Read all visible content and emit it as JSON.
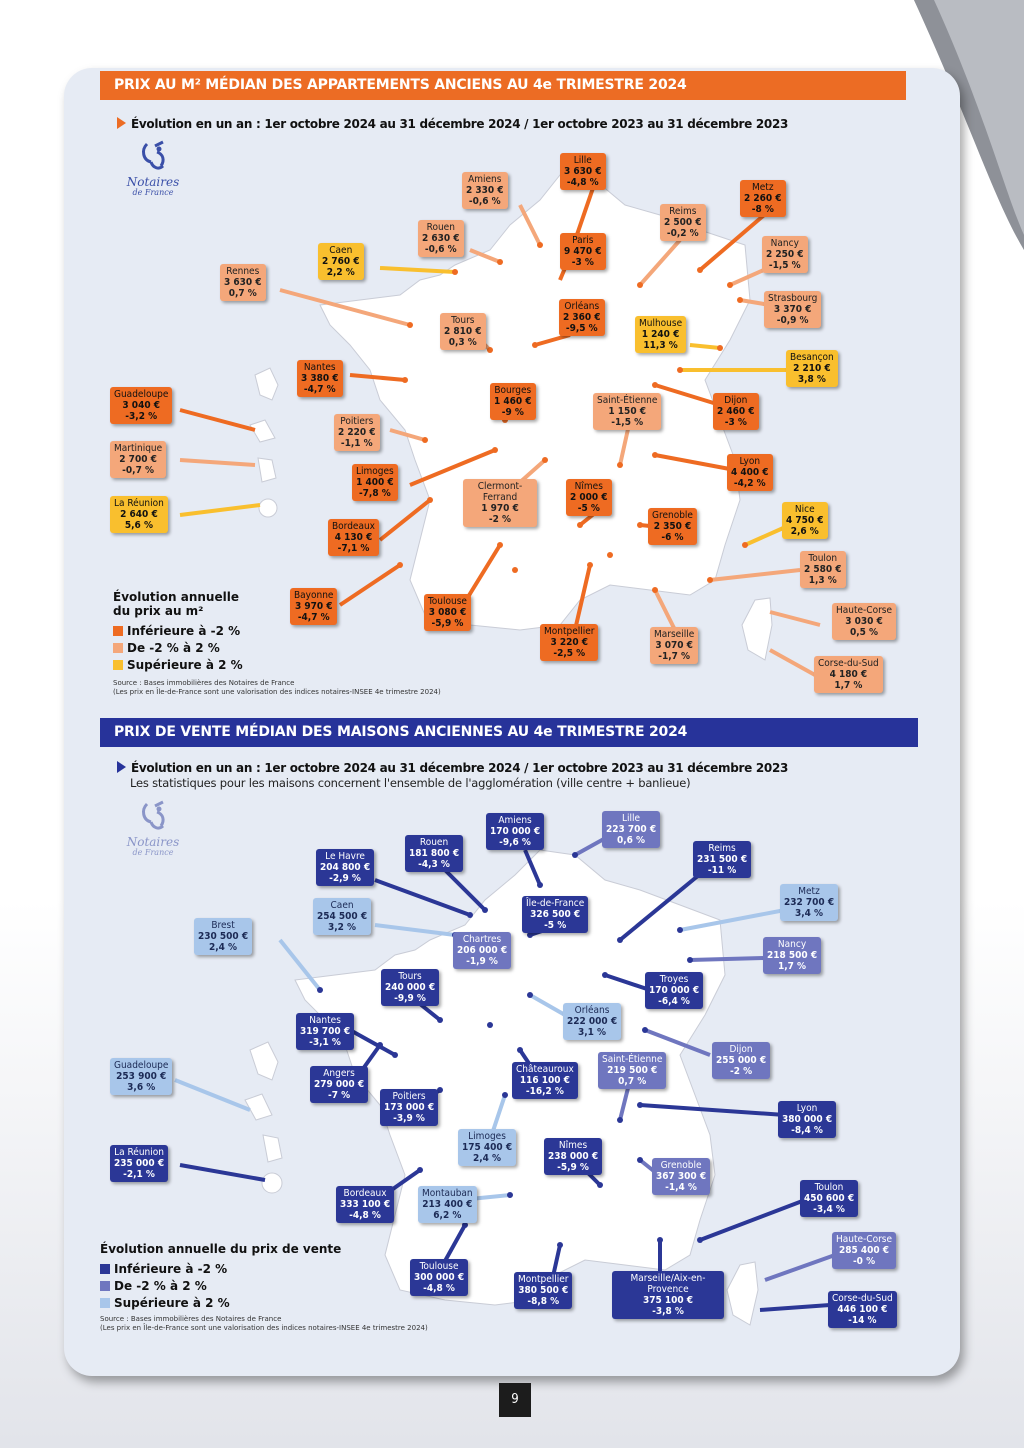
{
  "page_number": "9",
  "section1": {
    "title": "PRIX AU M² MÉDIAN DES APPARTEMENTS ANCIENS AU 4e TRIMESTRE 2024",
    "subtitle": "Évolution en un an : 1er octobre 2024 au 31 décembre 2024 / 1er octobre 2023 au 31 décembre 2023",
    "logo": {
      "name": "Notaires",
      "tagline": "de France"
    },
    "legend_title_1": "Évolution annuelle",
    "legend_title_2": "du prix au m²",
    "legend": [
      {
        "label": "Inférieure à -2 %",
        "color": "#ee6b22"
      },
      {
        "label": "De -2 % à 2 %",
        "color": "#f4a77a"
      },
      {
        "label": "Supérieure à 2 %",
        "color": "#f9bf2e"
      }
    ],
    "source_1": "Source : Bases immobilières des Notaires de France",
    "source_2": "(Les prix en Île-de-France sont une valorisation des indices notaires-INSEE 4e trimestre 2024)",
    "cities": [
      {
        "name": "Lille",
        "price": "3 630 €",
        "evol": "-4,8 %"
      },
      {
        "name": "Amiens",
        "price": "2 330 €",
        "evol": "-0,6 %"
      },
      {
        "name": "Metz",
        "price": "2 260 €",
        "evol": "-8 %"
      },
      {
        "name": "Reims",
        "price": "2 500 €",
        "evol": "-0,2 %"
      },
      {
        "name": "Rouen",
        "price": "2 630 €",
        "evol": "-0,6 %"
      },
      {
        "name": "Paris",
        "price": "9 470 €",
        "evol": "-3 %"
      },
      {
        "name": "Caen",
        "price": "2 760 €",
        "evol": "2,2 %"
      },
      {
        "name": "Nancy",
        "price": "2 250 €",
        "evol": "-1,5 %"
      },
      {
        "name": "Rennes",
        "price": "3 630 €",
        "evol": "0,7 %"
      },
      {
        "name": "Strasbourg",
        "price": "3 370 €",
        "evol": "-0,9 %"
      },
      {
        "name": "Orléans",
        "price": "2 360 €",
        "evol": "-9,5 %"
      },
      {
        "name": "Tours",
        "price": "2 810 €",
        "evol": "0,3 %"
      },
      {
        "name": "Mulhouse",
        "price": "1 240 €",
        "evol": "11,3 %"
      },
      {
        "name": "Besançon",
        "price": "2 210 €",
        "evol": "3,8 %"
      },
      {
        "name": "Nantes",
        "price": "3 380 €",
        "evol": "-4,7 %"
      },
      {
        "name": "Guadeloupe",
        "price": "3 040 €",
        "evol": "-3,2 %"
      },
      {
        "name": "Bourges",
        "price": "1 460 €",
        "evol": "-9 %"
      },
      {
        "name": "Saint-Étienne",
        "price": "1 150 €",
        "evol": "-1,5 %"
      },
      {
        "name": "Dijon",
        "price": "2 460 €",
        "evol": "-3 %"
      },
      {
        "name": "Poitiers",
        "price": "2 220 €",
        "evol": "-1,1 %"
      },
      {
        "name": "Martinique",
        "price": "2 700 €",
        "evol": "-0,7 %"
      },
      {
        "name": "Lyon",
        "price": "4 400 €",
        "evol": "-4,2 %"
      },
      {
        "name": "Limoges",
        "price": "1 400 €",
        "evol": "-7,8 %"
      },
      {
        "name": "Clermont-Ferrand",
        "price": "1 970 €",
        "evol": "-2 %"
      },
      {
        "name": "Nîmes",
        "price": "2 000 €",
        "evol": "-5 %"
      },
      {
        "name": "La Réunion",
        "price": "2 640 €",
        "evol": "5,6 %"
      },
      {
        "name": "Nice",
        "price": "4 750 €",
        "evol": "2,6 %"
      },
      {
        "name": "Bordeaux",
        "price": "4 130 €",
        "evol": "-7,1 %"
      },
      {
        "name": "Grenoble",
        "price": "2 350 €",
        "evol": "-6 %"
      },
      {
        "name": "Toulon",
        "price": "2 580 €",
        "evol": "1,3 %"
      },
      {
        "name": "Bayonne",
        "price": "3 970 €",
        "evol": "-4,7 %"
      },
      {
        "name": "Toulouse",
        "price": "3 080 €",
        "evol": "-5,9 %"
      },
      {
        "name": "Haute-Corse",
        "price": "3 030 €",
        "evol": "0,5 %"
      },
      {
        "name": "Montpellier",
        "price": "3 220 €",
        "evol": "-2,5 %"
      },
      {
        "name": "Marseille",
        "price": "3 070 €",
        "evol": "-1,7 %"
      },
      {
        "name": "Corse-du-Sud",
        "price": "4 180 €",
        "evol": "1,7 %"
      }
    ]
  },
  "section2": {
    "title": "PRIX DE VENTE MÉDIAN DES MAISONS ANCIENNES AU 4e TRIMESTRE 2024",
    "subtitle": "Évolution en un an : 1er octobre 2024 au 31 décembre 2024 / 1er octobre 2023 au 31 décembre 2023",
    "subtitle_2": "Les statistiques pour les maisons concernent l'ensemble de l'agglomération (ville centre + banlieue)",
    "logo": {
      "name": "Notaires",
      "tagline": "de France"
    },
    "legend_title": "Évolution annuelle du prix de vente",
    "legend": [
      {
        "label": "Inférieure à -2 %",
        "color": "#2b3796"
      },
      {
        "label": "De -2 % à 2 %",
        "color": "#6f76bf"
      },
      {
        "label": "Supérieure à 2 %",
        "color": "#a8c6ea"
      }
    ],
    "source_1": "Source : Bases immobilières des Notaires de France",
    "source_2": "(Les prix en Île-de-France sont une valorisation des indices notaires-INSEE 4e trimestre 2024)",
    "cities": [
      {
        "name": "Amiens",
        "price": "170 000 €",
        "evol": "-9,6 %"
      },
      {
        "name": "Lille",
        "price": "223 700 €",
        "evol": "0,6 %"
      },
      {
        "name": "Rouen",
        "price": "181 800 €",
        "evol": "-4,3 %"
      },
      {
        "name": "Le Havre",
        "price": "204 800 €",
        "evol": "-2,9 %"
      },
      {
        "name": "Reims",
        "price": "231 500 €",
        "evol": "-11 %"
      },
      {
        "name": "Caen",
        "price": "254 500 €",
        "evol": "3,2 %"
      },
      {
        "name": "Île-de-France",
        "price": "326 500 €",
        "evol": "-5 %"
      },
      {
        "name": "Metz",
        "price": "232 700 €",
        "evol": "3,4 %"
      },
      {
        "name": "Brest",
        "price": "230 500 €",
        "evol": "2,4 %"
      },
      {
        "name": "Chartres",
        "price": "206 000 €",
        "evol": "-1,9 %"
      },
      {
        "name": "Nancy",
        "price": "218 500 €",
        "evol": "1,7 %"
      },
      {
        "name": "Tours",
        "price": "240 000 €",
        "evol": "-9,9 %"
      },
      {
        "name": "Troyes",
        "price": "170 000 €",
        "evol": "-6,4 %"
      },
      {
        "name": "Orléans",
        "price": "222 000 €",
        "evol": "3,1 %"
      },
      {
        "name": "Nantes",
        "price": "319 700 €",
        "evol": "-3,1 %"
      },
      {
        "name": "Dijon",
        "price": "255 000 €",
        "evol": "-2 %"
      },
      {
        "name": "Guadeloupe",
        "price": "253 900 €",
        "evol": "3,6 %"
      },
      {
        "name": "Angers",
        "price": "279 000 €",
        "evol": "-7 %"
      },
      {
        "name": "Châteauroux",
        "price": "116 100 €",
        "evol": "-16,2 %"
      },
      {
        "name": "Saint-Étienne",
        "price": "219 500 €",
        "evol": "0,7 %"
      },
      {
        "name": "Poitiers",
        "price": "173 000 €",
        "evol": "-3,9 %"
      },
      {
        "name": "Lyon",
        "price": "380 000 €",
        "evol": "-8,4 %"
      },
      {
        "name": "Limoges",
        "price": "175 400 €",
        "evol": "2,4 %"
      },
      {
        "name": "Nîmes",
        "price": "238 000 €",
        "evol": "-5,9 %"
      },
      {
        "name": "La Réunion",
        "price": "235 000 €",
        "evol": "-2,1 %"
      },
      {
        "name": "Grenoble",
        "price": "367 300 €",
        "evol": "-1,4 %"
      },
      {
        "name": "Toulon",
        "price": "450 600 €",
        "evol": "-3,4 %"
      },
      {
        "name": "Bordeaux",
        "price": "333 100 €",
        "evol": "-4,8 %"
      },
      {
        "name": "Montauban",
        "price": "213 400 €",
        "evol": "6,2 %"
      },
      {
        "name": "Haute-Corse",
        "price": "285 400 €",
        "evol": "-0 %"
      },
      {
        "name": "Toulouse",
        "price": "300 000 €",
        "evol": "-4,8 %"
      },
      {
        "name": "Montpellier",
        "price": "380 500 €",
        "evol": "-8,8 %"
      },
      {
        "name": "Marseille/Aix-en-Provence",
        "price": "375 100 €",
        "evol": "-3,8 %"
      },
      {
        "name": "Corse-du-Sud",
        "price": "446 100 €",
        "evol": "-14 %"
      }
    ]
  }
}
